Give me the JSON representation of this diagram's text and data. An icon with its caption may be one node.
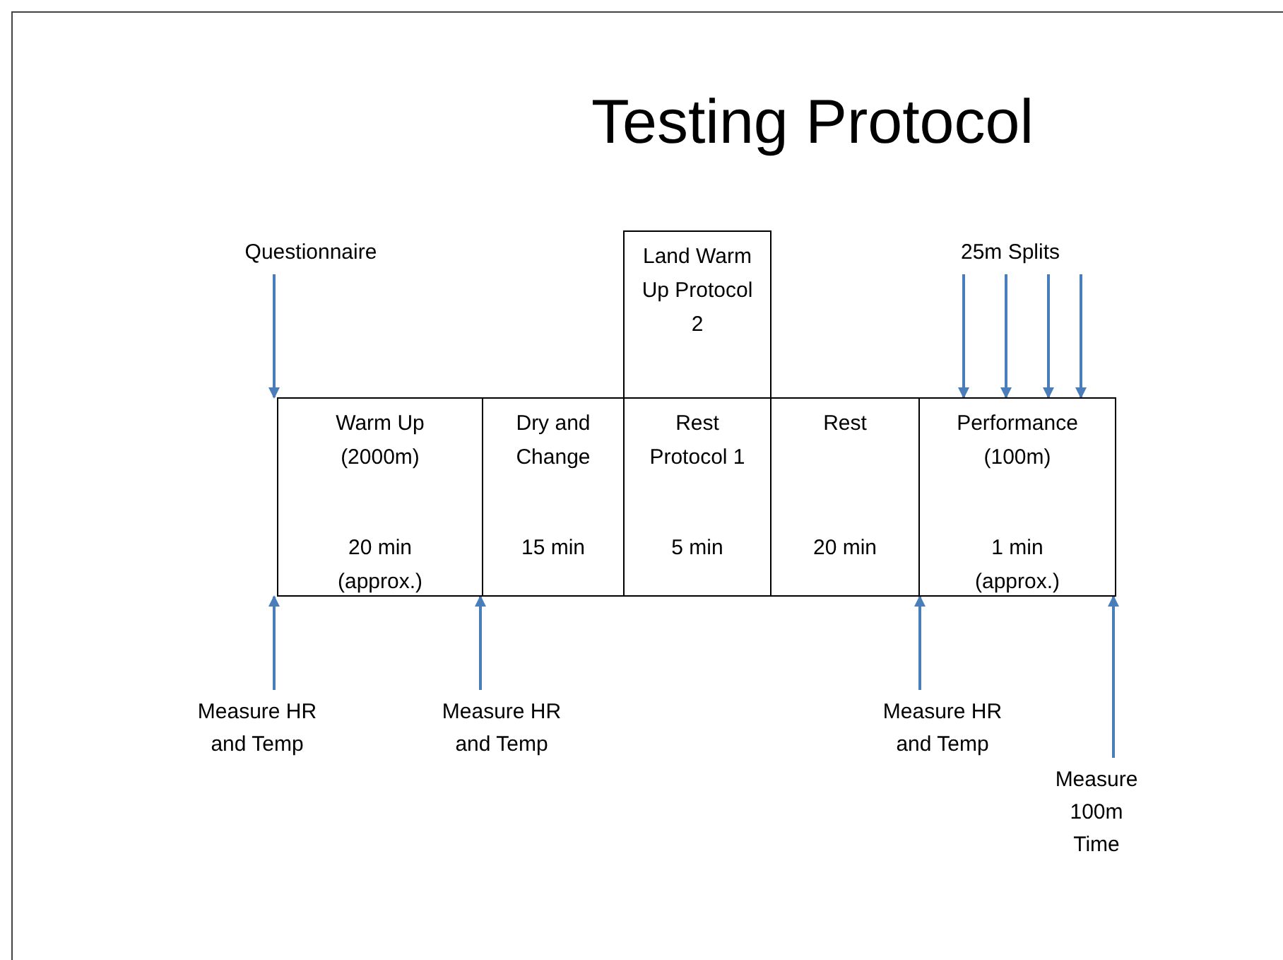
{
  "diagram": {
    "title": "Testing Protocol",
    "nodes": [
      {
        "text": [
          "Questionnaire"
        ]
      },
      {
        "text": [
          "25m Splits"
        ]
      },
      {
        "text": [
          "Land Warm Up Protocol 2"
        ]
      },
      {
        "text": [
          "Warm Up (2000m)",
          "20 min (approx.)"
        ]
      },
      {
        "text": [
          "Dry and Change",
          "15 min"
        ]
      },
      {
        "text": [
          "Rest Protocol 1",
          "5 min"
        ]
      },
      {
        "text": [
          "Rest",
          "20 min"
        ]
      },
      {
        "text": [
          "Performance (100m)",
          "1 min (approx.)"
        ]
      },
      {
        "text": [
          "Measure HR and Temp"
        ]
      },
      {
        "text": [
          "Measure HR and Temp"
        ]
      },
      {
        "text": [
          "Measure HR and Temp"
        ]
      },
      {
        "text": [
          "Measure 100m Time"
        ]
      }
    ],
    "edges": [
      {
        "from": 0,
        "to": 3,
        "arrow": "to"
      },
      {
        "from": 1,
        "to": 7,
        "arrow": "to"
      },
      {
        "from": 1,
        "to": 7,
        "arrow": "to"
      },
      {
        "from": 1,
        "to": 7,
        "arrow": "to"
      },
      {
        "from": 1,
        "to": 7,
        "arrow": "to"
      },
      {
        "from": 8,
        "to": 3,
        "arrow": "to"
      },
      {
        "from": 9,
        "to": 4,
        "arrow": "to"
      },
      {
        "from": 10,
        "to": 7,
        "arrow": "to"
      },
      {
        "from": 11,
        "to": 7,
        "arrow": "to"
      }
    ]
  }
}
